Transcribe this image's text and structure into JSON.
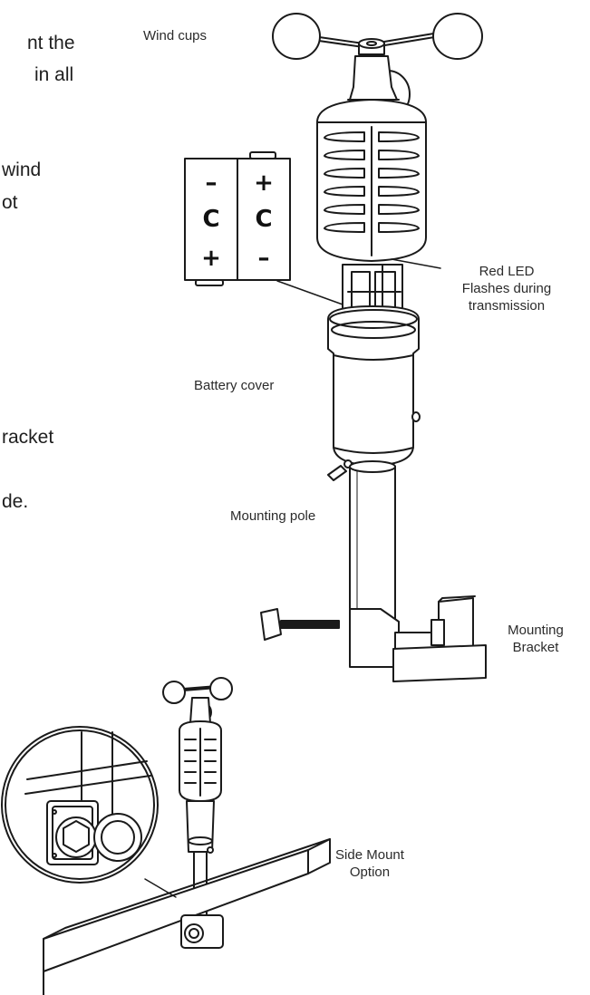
{
  "body_text_fragments": [
    "nt the",
    "in all",
    "wind",
    "ot",
    "racket",
    "de."
  ],
  "labels": {
    "wind_cups": "Wind cups",
    "red_led": [
      "Red LED",
      "Flashes during",
      "transmission"
    ],
    "battery_cover": "Battery cover",
    "mounting_pole": "Mounting pole",
    "mounting_bracket": [
      "Mounting",
      "Bracket"
    ],
    "side_mount": [
      "Side Mount",
      "Option"
    ]
  },
  "battery_left": [
    "–",
    "C",
    "+"
  ],
  "battery_right": [
    "+",
    "C",
    "–"
  ]
}
